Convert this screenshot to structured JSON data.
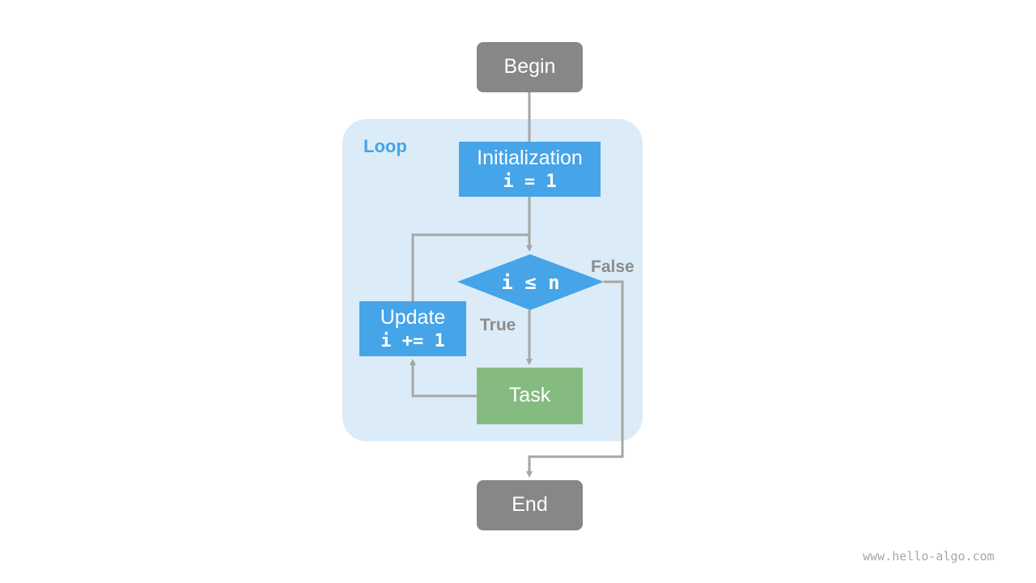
{
  "loop": {
    "label": "Loop"
  },
  "nodes": {
    "begin": {
      "title": "Begin"
    },
    "init": {
      "title": "Initialization",
      "code": "i = 1"
    },
    "condition": {
      "code": "i ≤ n"
    },
    "update": {
      "title": "Update",
      "code": "i += 1"
    },
    "task": {
      "title": "Task"
    },
    "end": {
      "title": "End"
    }
  },
  "edges": {
    "true_label": "True",
    "false_label": "False"
  },
  "watermark": "www.hello-algo.com",
  "colors": {
    "loop_region": "#dbecf8",
    "process": "#46a4e8",
    "terminal": "#878787",
    "task": "#85bb81",
    "edge": "#a6a6a6"
  }
}
